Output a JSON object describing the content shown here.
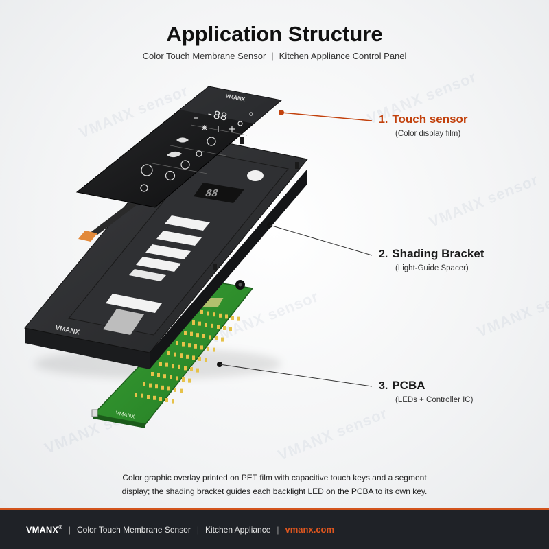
{
  "header": {
    "title": "Application Structure",
    "subtitle_left": "Color Touch Membrane Sensor",
    "subtitle_sep": "|",
    "subtitle_right": "Kitchen Appliance Control Panel"
  },
  "watermark_text": "VMANX sensor",
  "product": {
    "touch_sensor_logo": "VMANX",
    "segment_display": "-88",
    "bracket_logo": "VMANX",
    "pcba_logo": "VMANX"
  },
  "callouts": [
    {
      "number": "1.",
      "name": "Touch sensor",
      "desc": "(Color display film)",
      "color": "#c2410c"
    },
    {
      "number": "2.",
      "name": "Shading Bracket",
      "desc": "(Light-Guide Spacer)",
      "color": "#1a1a1a"
    },
    {
      "number": "3.",
      "name": "PCBA",
      "desc": "(LEDs + Controller IC)",
      "color": "#1a1a1a"
    }
  ],
  "description": {
    "line1": "Color graphic overlay printed on PET film with capacitive touch keys and a segment",
    "line2": "display; the shading bracket guides each backlight LED on the PCBA to its own key."
  },
  "footer": {
    "brand": "VMANX",
    "reg": "®",
    "sep": "|",
    "item1": "Color Touch Membrane Sensor",
    "item2": "Kitchen Appliance",
    "website": "vmanx.com"
  },
  "colors": {
    "accent": "#d2541c",
    "pcb_green": "#2f8f2a",
    "bracket": "#2b2c2e",
    "film": "#121314",
    "footer_bg": "#1f2227"
  }
}
